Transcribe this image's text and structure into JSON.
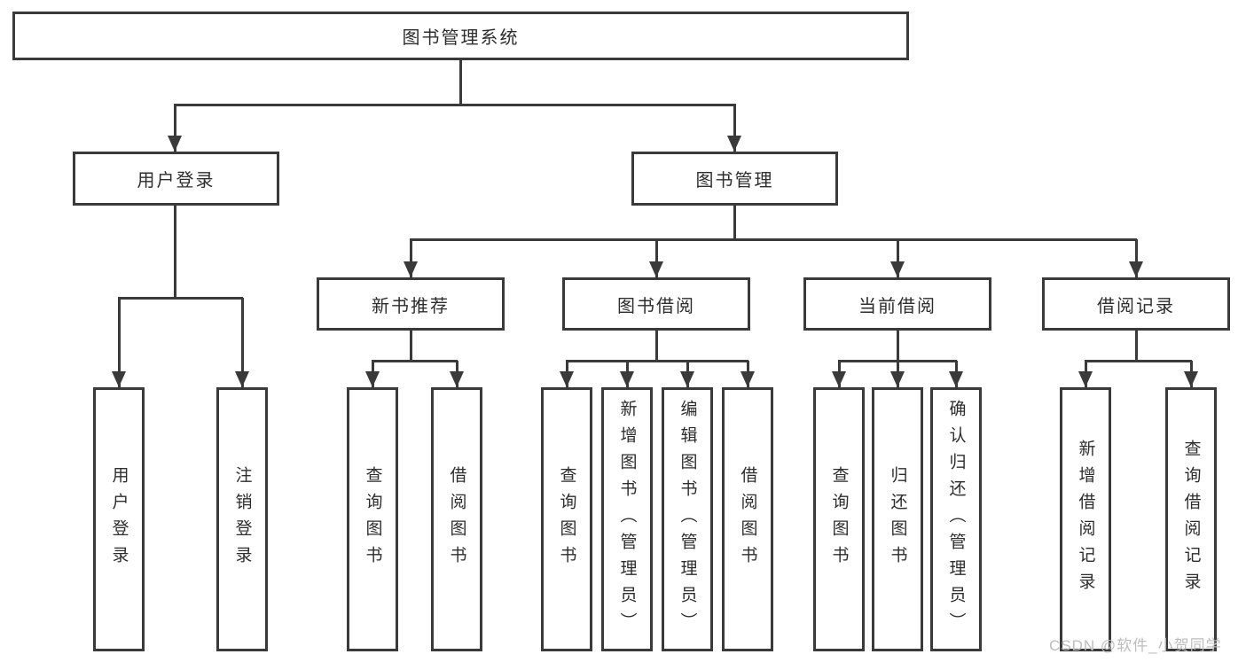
{
  "diagram": {
    "root": "图书管理系统",
    "level2": [
      "用户登录",
      "图书管理"
    ],
    "level3": [
      "新书推荐",
      "图书借阅",
      "当前借阅",
      "借阅记录"
    ],
    "leaves_user_login": [
      "用户登录",
      "注销登录"
    ],
    "leaves_new_book": [
      "查询图书",
      "借阅图书"
    ],
    "leaves_book_borrow": [
      "查询图书",
      "新增图书（管理员）",
      "编辑图书（管理员）",
      "借阅图书"
    ],
    "leaves_current_borrow": [
      "查询图书",
      "归还图书",
      "确认归还（管理员）"
    ],
    "leaves_borrow_records": [
      "新增借阅记录",
      "查询借阅记录"
    ]
  },
  "watermark": "CSDN @软件_小贺同学",
  "colors": {
    "line": "#3a3a3a",
    "text": "#2d2d2d",
    "watermark": "#bdbdbd",
    "background": "#ffffff"
  }
}
